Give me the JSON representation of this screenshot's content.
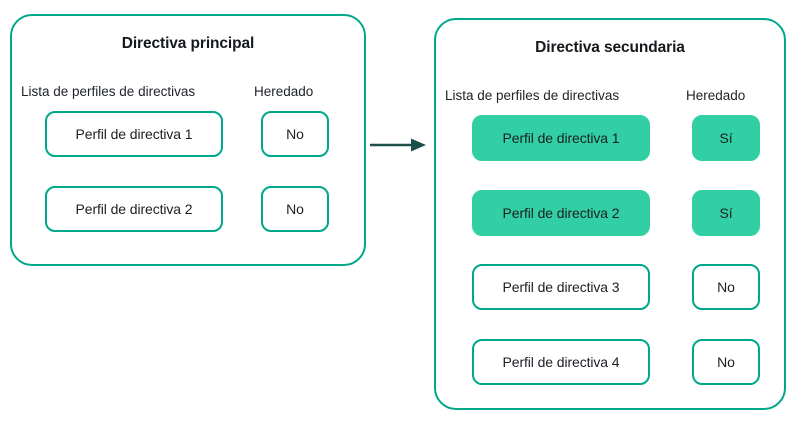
{
  "diagram": {
    "type": "flow",
    "colors": {
      "outline": "#00a88a",
      "fill_accent": "#33cfa4",
      "arrow": "#1d4f4a",
      "text": "#1b1f24",
      "background": "#ffffff"
    },
    "arrow": {
      "name": "inheritance-arrow",
      "direction": "left-to-right",
      "from": "Directiva principal",
      "to": "Directiva secundaria"
    },
    "panels": [
      {
        "id": "primary",
        "title": "Directiva principal",
        "columns": {
          "profiles": "Lista de perfiles de directivas",
          "inherited": "Heredado"
        },
        "rows": [
          {
            "profile": "Perfil de directiva 1",
            "inherited": "No",
            "highlighted": false
          },
          {
            "profile": "Perfil de directiva 2",
            "inherited": "No",
            "highlighted": false
          }
        ]
      },
      {
        "id": "secondary",
        "title": "Directiva secundaria",
        "columns": {
          "profiles": "Lista de perfiles de directivas",
          "inherited": "Heredado"
        },
        "rows": [
          {
            "profile": "Perfil de directiva 1",
            "inherited": "Sí",
            "highlighted": true
          },
          {
            "profile": "Perfil de directiva 2",
            "inherited": "Sí",
            "highlighted": true
          },
          {
            "profile": "Perfil de directiva 3",
            "inherited": "No",
            "highlighted": false
          },
          {
            "profile": "Perfil de directiva 4",
            "inherited": "No",
            "highlighted": false
          }
        ]
      }
    ]
  }
}
